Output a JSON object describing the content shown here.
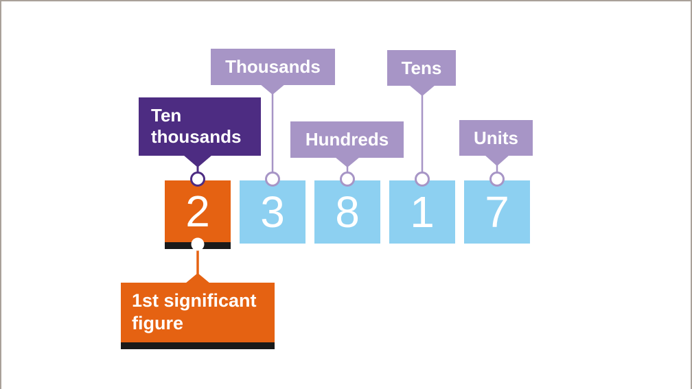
{
  "colors": {
    "orange": "#e56212",
    "blue": "#8dd0f1",
    "purpleLight": "#a795c6",
    "purpleDark": "#4d2c82",
    "barBlack": "#1a1a1a",
    "frame": "#a9a199",
    "textWhite": "#ffffff"
  },
  "digits": [
    {
      "value": "2",
      "place": "ten-thousands",
      "highlighted": true
    },
    {
      "value": "3",
      "place": "thousands",
      "highlighted": false
    },
    {
      "value": "8",
      "place": "hundreds",
      "highlighted": false
    },
    {
      "value": "1",
      "place": "tens",
      "highlighted": false
    },
    {
      "value": "7",
      "place": "units",
      "highlighted": false
    }
  ],
  "callouts": {
    "ten_thousands": "Ten thousands",
    "thousands": "Thousands",
    "hundreds": "Hundreds",
    "tens": "Tens",
    "units": "Units"
  },
  "annotation": {
    "significant_figure": "1st significant figure"
  }
}
